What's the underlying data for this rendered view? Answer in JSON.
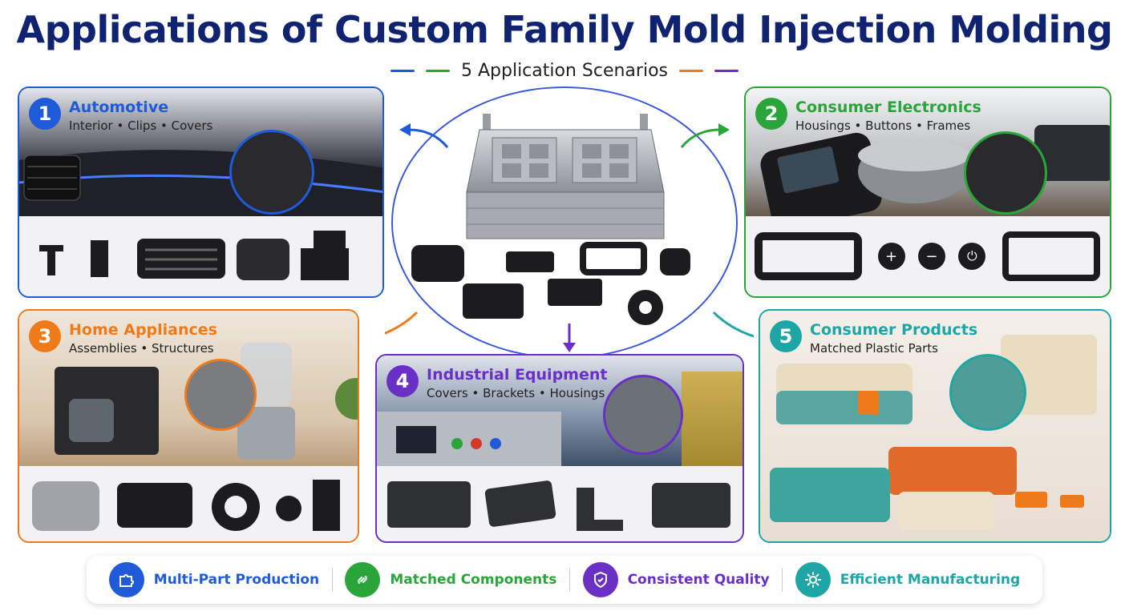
{
  "header": {
    "title": "Applications of Custom Family Mold Injection Molding",
    "subtitle": "5 Application Scenarios"
  },
  "colors": {
    "navy": "#0f2370",
    "blue": "#1f5bd8",
    "green": "#2aa53a",
    "orange": "#ef7a1a",
    "purple": "#6a2fc4",
    "teal": "#1ea6a6"
  },
  "panels": [
    {
      "number": "1",
      "title": "Automotive",
      "subtitle": "Interior • Clips • Covers",
      "color": "#1f5bd8"
    },
    {
      "number": "2",
      "title": "Consumer Electronics",
      "subtitle": "Housings • Buttons • Frames",
      "color": "#2aa53a"
    },
    {
      "number": "3",
      "title": "Home Appliances",
      "subtitle": "Assemblies • Structures",
      "color": "#ef7a1a"
    },
    {
      "number": "4",
      "title": "Industrial Equipment",
      "subtitle": "Covers • Brackets • Housings",
      "color": "#6a2fc4"
    },
    {
      "number": "5",
      "title": "Consumer Products",
      "subtitle": "Matched Plastic Parts",
      "color": "#1ea6a6"
    }
  ],
  "features": [
    {
      "label": "Multi-Part Production",
      "icon": "puzzle-icon",
      "color": "#1f5bd8"
    },
    {
      "label": "Matched Components",
      "icon": "link-icon",
      "color": "#2aa53a"
    },
    {
      "label": "Consistent Quality",
      "icon": "shield-check-icon",
      "color": "#6a2fc4"
    },
    {
      "label": "Efficient Manufacturing",
      "icon": "gear-icon",
      "color": "#1ea6a6"
    }
  ],
  "electronics_buttons": [
    "+",
    "−",
    "⏻"
  ]
}
